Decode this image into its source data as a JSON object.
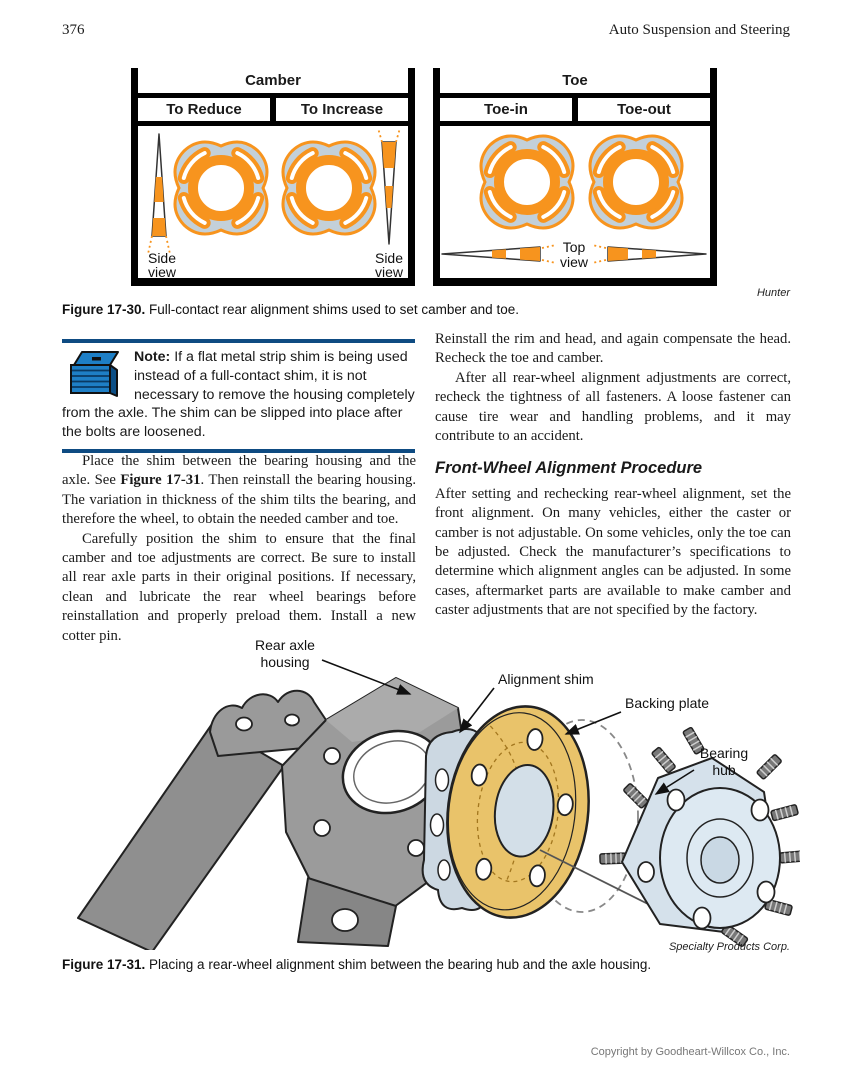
{
  "page": {
    "number": "376",
    "running_head": "Auto Suspension and Steering",
    "copyright": "Copyright by Goodheart-Willcox Co., Inc."
  },
  "fig30": {
    "credit": "Hunter",
    "caption_label": "Figure 17-30.",
    "caption_text": " Full-contact rear alignment shims used to set camber and toe.",
    "camber": {
      "title": "Camber",
      "left": "To Reduce",
      "right": "To Increase"
    },
    "toe": {
      "title": "Toe",
      "left": "Toe-in",
      "right": "Toe-out"
    },
    "side_view": [
      "Side",
      "view"
    ],
    "top_view": [
      "Top",
      "view"
    ]
  },
  "note": {
    "label": "Note:",
    "text": " If a flat metal strip shim is being used instead of a full-contact shim, it is not necessary to remove the housing completely from the axle. The shim can be slipped into place after the bolts are loosened."
  },
  "left_col": {
    "p1_a": "Place the shim between the bearing housing and the axle. See ",
    "p1_b": "Figure 17-31",
    "p1_c": ". Then reinstall the bearing housing. The variation in thickness of the shim tilts the bearing, and therefore the wheel, to obtain the needed camber and toe.",
    "p2": "Carefully position the shim to ensure that the final camber and toe adjustments are correct. Be sure to install all rear axle parts in their original positions. If necessary, clean and lubricate the rear wheel bearings before reinstallation and properly preload them. Install a new cotter pin."
  },
  "right_col": {
    "p1": "Reinstall the rim and head, and again compensate the head. Recheck the toe and camber.",
    "p2": "After all rear-wheel alignment adjustments are correct, recheck the tightness of all fasteners. A loose fastener can cause tire wear and handling problems, and it may contribute to an accident.",
    "heading": "Front-Wheel Alignment Procedure",
    "p3": "After setting and rechecking rear-wheel alignment, set the front alignment. On many vehicles, either the caster or camber is not adjustable. On some vehicles, only the toe can be adjusted. Check the manufacturer’s specifications to determine which alignment angles can be adjusted. In some cases, aftermarket parts are available to make camber and caster adjustments that are not specified by the factory."
  },
  "fig31": {
    "labels": {
      "rear_axle": [
        "Rear axle",
        "housing"
      ],
      "shim": "Alignment shim",
      "backing": "Backing plate",
      "hub": [
        "Bearing",
        "hub"
      ]
    },
    "credit": "Specialty Products Corp.",
    "caption_label": "Figure 17-31.",
    "caption_text": " Placing a rear-wheel alignment shim between the bearing hub and the axle housing."
  },
  "colors": {
    "orange": "#F7941E",
    "shim_plate": "#C3D0D9",
    "tan_disc": "#E9C36A",
    "hub_blue": "#D8E4EE",
    "housing_gray": "#949494",
    "note_rule": "#0E4B82",
    "toolbox_blue": "#1E7FC6"
  }
}
